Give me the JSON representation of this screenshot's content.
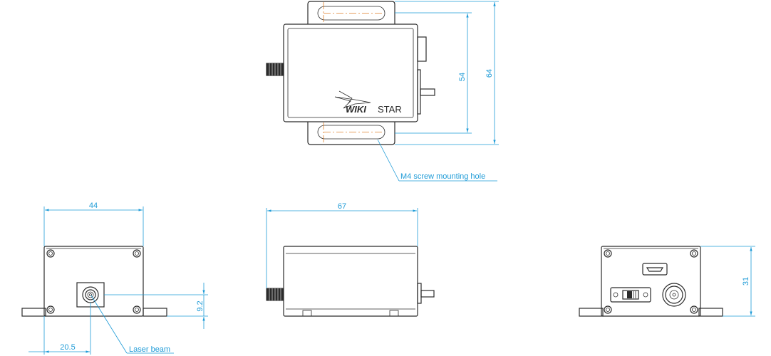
{
  "colors": {
    "outline": "#2b2b2b",
    "dimension": "#1e9bd7",
    "centerline": "#e0802b"
  },
  "top_view": {
    "logo_word1": "WIKI",
    "logo_word2": "STAR",
    "dim_inner": "54",
    "dim_outer": "64",
    "callout": "M4 screw mounting hole"
  },
  "front_view": {
    "dim_width": "44",
    "dim_height": "9.2",
    "dim_offset": "20.5",
    "callout": "Laser beam"
  },
  "side_view": {
    "dim_length": "67"
  },
  "rear_view": {
    "dim_height": "31"
  }
}
